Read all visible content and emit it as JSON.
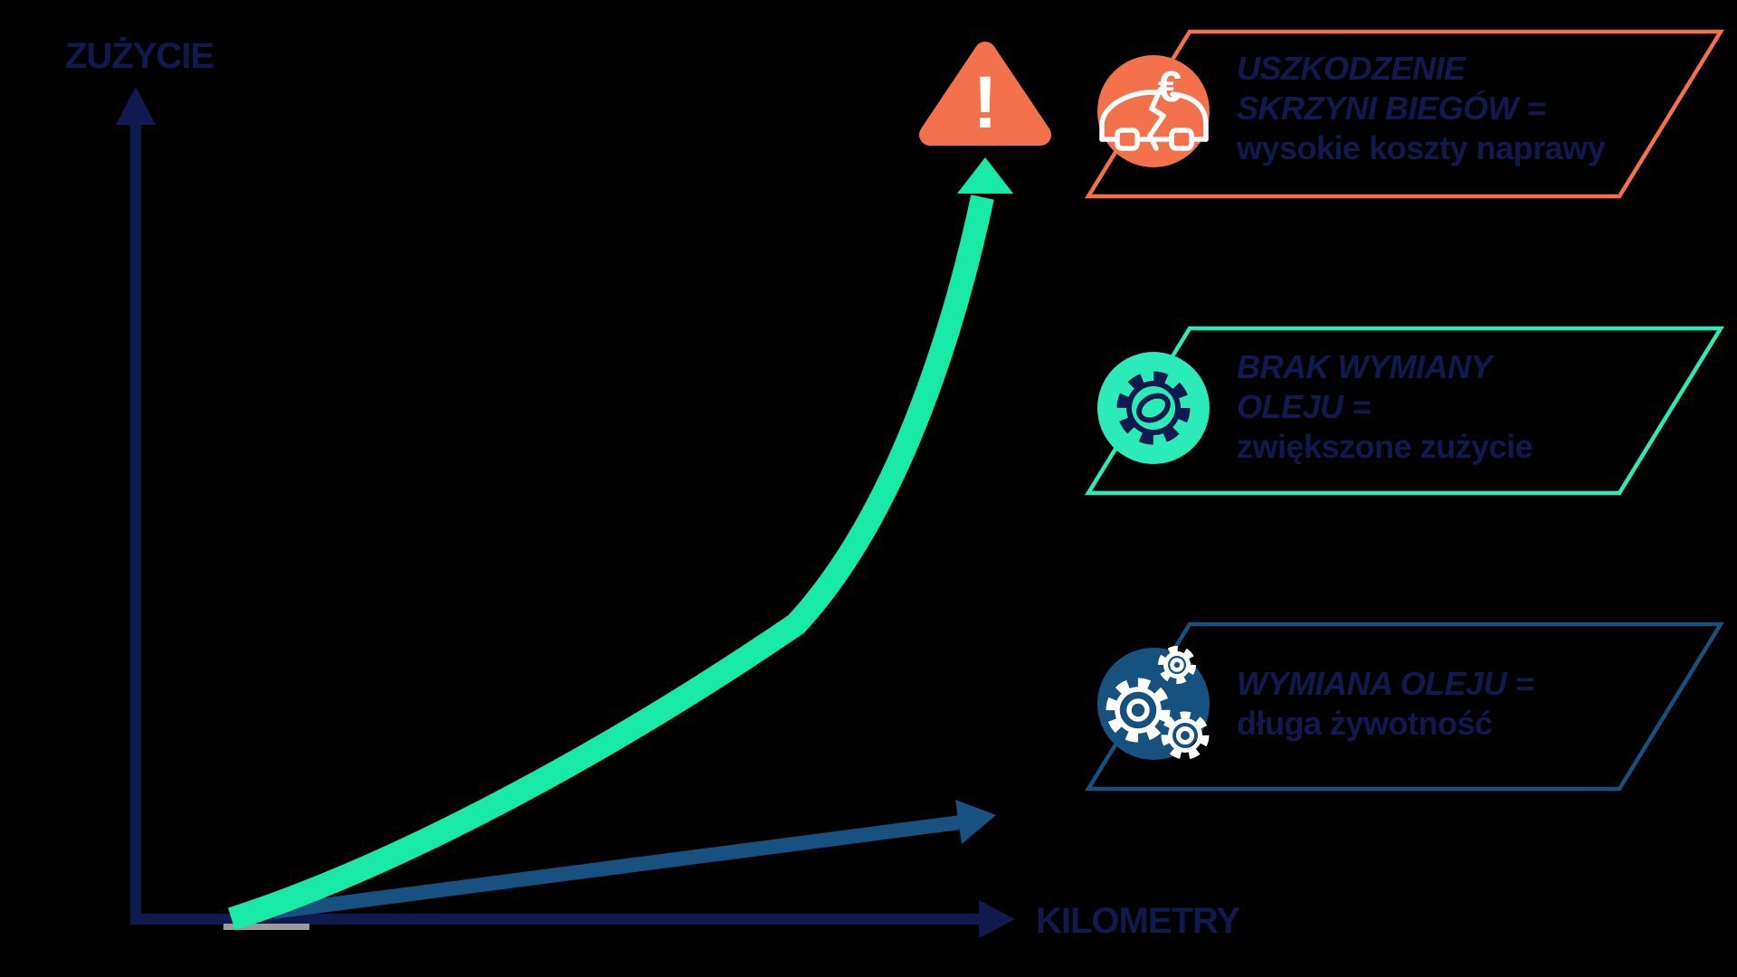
{
  "background_color": "#000000",
  "palette": {
    "navy_text": "#111A4E",
    "orange": "#F3714B",
    "mint_curve": "#18E9A6",
    "teal_border": "#2BEBB8",
    "dark_blue": "#16517F",
    "white": "#FFFFFF",
    "gray_dash": "#9B9B9B"
  },
  "axes": {
    "y_label": "ZUŻYCIE",
    "x_label": "KILOMETRY"
  },
  "warning": {
    "symbol": "!"
  },
  "chart_data": {
    "type": "line",
    "title": "",
    "xlabel": "KILOMETRY",
    "ylabel": "ZUŻYCIE",
    "axis_ticks": "none — conceptual infographic chart, axes are arrows without numeric scale",
    "grid": false,
    "legend_position": "right callout cards",
    "series": [
      {
        "name": "BRAK WYMIANY OLEJU = zwiększone zużycie",
        "color": "#18E9A6",
        "line_style": "thick solid curve with upward arrowhead",
        "shape": "exponential growth of wear",
        "x_rel": [
          0,
          0.2,
          0.4,
          0.6,
          0.8,
          1.0
        ],
        "y_rel": [
          0,
          0.06,
          0.17,
          0.35,
          0.63,
          1.0
        ],
        "end_annotation": "orange rounded warning triangle with white exclamation mark (USZKODZENIE SKRZYNI BIEGÓW = wysokie koszty naprawy)"
      },
      {
        "name": "WYMIANA OLEJU = długa żywotność",
        "color": "#16517F",
        "line_style": "thick straight arrow pointing right",
        "shape": "slow near-linear growth of wear",
        "x_rel": [
          0,
          1.0
        ],
        "y_rel": [
          0,
          0.14
        ]
      }
    ]
  },
  "callouts": [
    {
      "accent_color": "#F3714B",
      "icon": "crashed-car-euro-icon",
      "icon_bg": "#F3714B",
      "euro_symbol": "€",
      "title1": "USZKODZENIE",
      "title2": "SKRZYNI BIEGÓW =",
      "subtitle": "wysokie koszty naprawy"
    },
    {
      "accent_color": "#2BEBB8",
      "icon": "broken-gear-icon",
      "icon_bg": "#2BEBB8",
      "title1": "BRAK WYMIANY",
      "title2": "OLEJU =",
      "subtitle": "zwiększone zużycie"
    },
    {
      "accent_color": "#16517F",
      "icon": "gears-icon",
      "icon_bg": "#16517F",
      "title1": "WYMIANA OLEJU =",
      "subtitle": "długa żywotność"
    }
  ]
}
